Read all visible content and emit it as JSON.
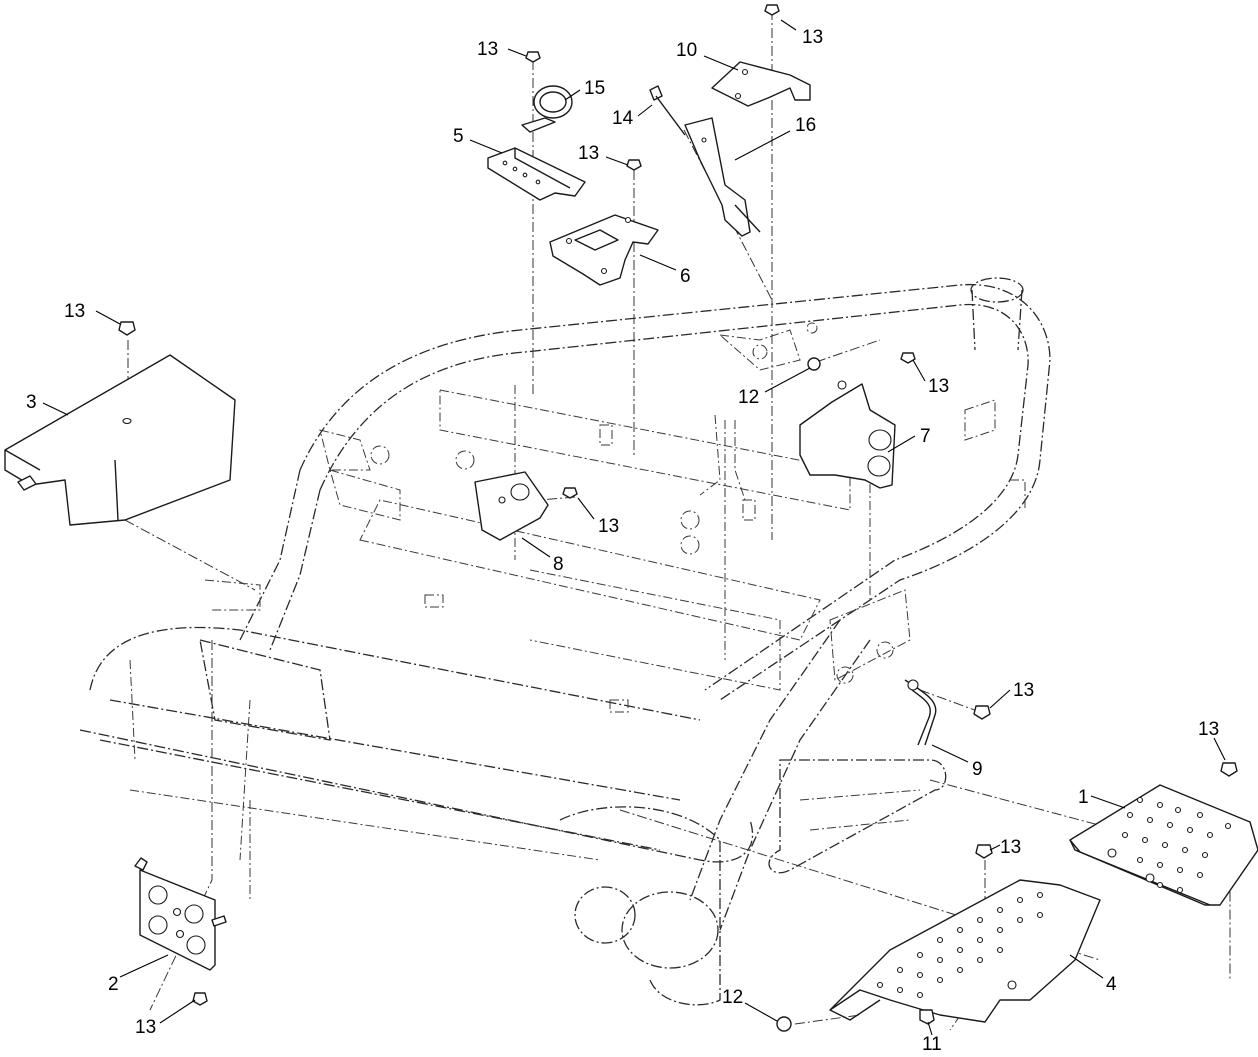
{
  "callouts": {
    "c13_top_center": "13",
    "c13_top_right": "13",
    "c15": "15",
    "c10": "10",
    "c5": "5",
    "c14": "14",
    "c16": "16",
    "c13_mid": "13",
    "c6": "6",
    "c13_left": "13",
    "c3": "3",
    "c12_upper": "12",
    "c13_right_upper": "13",
    "c7": "7",
    "c13_plate8": "13",
    "c8": "8",
    "c13_tube9": "13",
    "c9": "9",
    "c13_far_right": "13",
    "c1": "1",
    "c13_step": "13",
    "c2": "2",
    "c13_bottom_left": "13",
    "c12_lower": "12",
    "c4": "4",
    "c11": "11"
  }
}
